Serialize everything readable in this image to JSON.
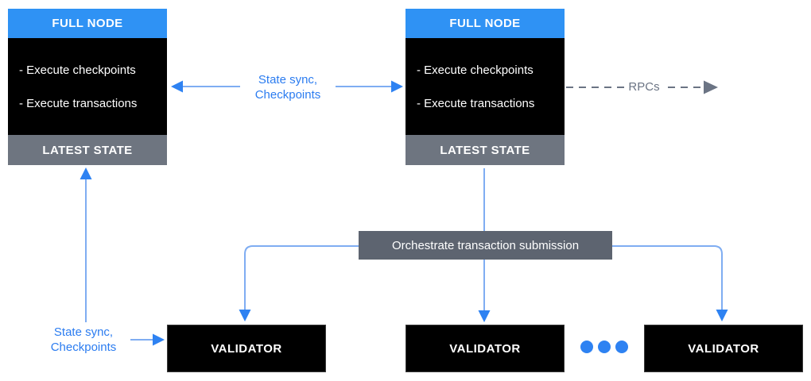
{
  "colors": {
    "header-blue": "#2f92f4",
    "label-blue": "#2b7cf0",
    "line-blue": "#7fadf2",
    "arrow-blue": "#2e82f2",
    "state-gray": "#6e7580",
    "orchestrate-gray": "#5d6470",
    "rpc-gray": "#6b7484",
    "box-black": "#000000"
  },
  "full_nodes": [
    {
      "title": "FULL NODE",
      "items": [
        "- Execute checkpoints",
        "- Execute transactions"
      ],
      "footer": "LATEST STATE"
    },
    {
      "title": "FULL NODE",
      "items": [
        "- Execute checkpoints",
        "- Execute transactions"
      ],
      "footer": "LATEST STATE"
    }
  ],
  "edges": {
    "state_sync_top": {
      "line1": "State sync,",
      "line2": "Checkpoints"
    },
    "rpcs_label": "RPCs",
    "orchestrate_label": "Orchestrate transaction submission",
    "state_sync_bottom": {
      "line1": "State sync,",
      "line2": "Checkpoints"
    }
  },
  "validators": [
    "VALIDATOR",
    "VALIDATOR",
    "VALIDATOR"
  ],
  "ellipsis": {
    "dot_count": 3
  }
}
